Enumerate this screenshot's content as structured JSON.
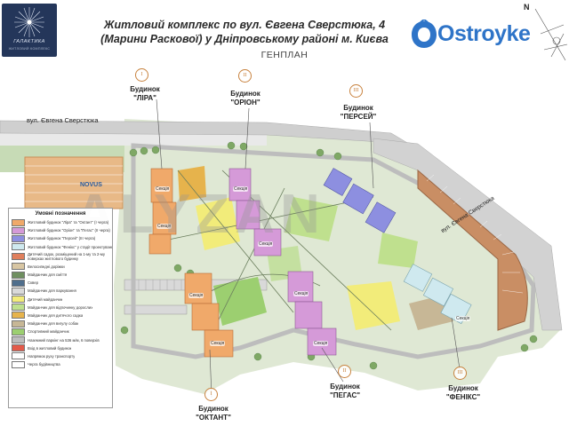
{
  "header": {
    "title": "Житловий комплекс по вул. Євгена Сверстюка, 4 (Марини Раскової) у Дніпровському районі м. Києва",
    "subtitle": "ГЕНПЛАН",
    "brand": "Ostroyke",
    "north_label": "N"
  },
  "left_logo": {
    "name": "ГАЛАКТИКА",
    "tagline": "ЖИТЛОВИЙ КОМПЛЕКС"
  },
  "streets": {
    "top": "вул. Євгена Сверстюка",
    "diagonal": "вул. Євгена Сверстюка"
  },
  "area_labels": {
    "novus": "NOVUS"
  },
  "watermark": "ALYZAN",
  "buildings": [
    {
      "roman": "I",
      "title": "Будинок",
      "name": "\"ЛІРА\""
    },
    {
      "roman": "II",
      "title": "Будинок",
      "name": "\"ОРІОН\""
    },
    {
      "roman": "III",
      "title": "Будинок",
      "name": "\"ПЕРСЕЙ\""
    },
    {
      "roman": "I",
      "title": "Будинок",
      "name": "\"ОКТАНТ\""
    },
    {
      "roman": "II",
      "title": "Будинок",
      "name": "\"ПЕГАС\""
    },
    {
      "roman": "III",
      "title": "Будинок",
      "name": "\"ФЕНІКС\""
    }
  ],
  "section_label": "Секція",
  "legend": {
    "title": "Умовні позначення",
    "items": [
      {
        "color": "#f0a96a",
        "label": "Житловий будинок \"Ліра\" та \"Октант\" (I черга)"
      },
      {
        "color": "#d59ad8",
        "label": "Житловий будинок \"Оріон\" та \"Пегас\" (II черга)"
      },
      {
        "color": "#8d8fe0",
        "label": "Житловий будинок \"Персей\" (III черга)"
      },
      {
        "color": "#cfe9ef",
        "label": "Житловий будинок \"Фенікс\" у стадії проектування"
      },
      {
        "color": "#e07f5c",
        "label": "Дитячий садок, розміщений на 1-му та 2-му поверхах житлового будинку"
      },
      {
        "color": "#d8c6a3",
        "label": "Велосипедні доріжки"
      },
      {
        "color": "#6f8f60",
        "label": "Майданчик для сміття"
      },
      {
        "color": "#4f6e8c",
        "label": "Сквер"
      },
      {
        "color": "#d9d9d9",
        "label": "Майданчик для паркування"
      },
      {
        "color": "#f2ec7a",
        "label": "Дитячий майданчик"
      },
      {
        "color": "#bfe08e",
        "label": "Майданчик для відпочинку дорослих"
      },
      {
        "color": "#e6b34c",
        "label": "Майданчик для дитячого садка"
      },
      {
        "color": "#c7b796",
        "label": "Майданчик для вигулу собак"
      },
      {
        "color": "#9ccf70",
        "label": "Спортивний майданчик"
      },
      {
        "color": "#bdbdbd",
        "label": "Наземний паркінг на 536 м/м, 6 поверхів"
      },
      {
        "color": "#e35a4a",
        "label": "Вхід в житловий будинок"
      },
      {
        "color": "#ffffff",
        "label": "Напрямок руху транспорту"
      },
      {
        "color": "#ffffff",
        "label": "Черга будівництва"
      }
    ]
  }
}
